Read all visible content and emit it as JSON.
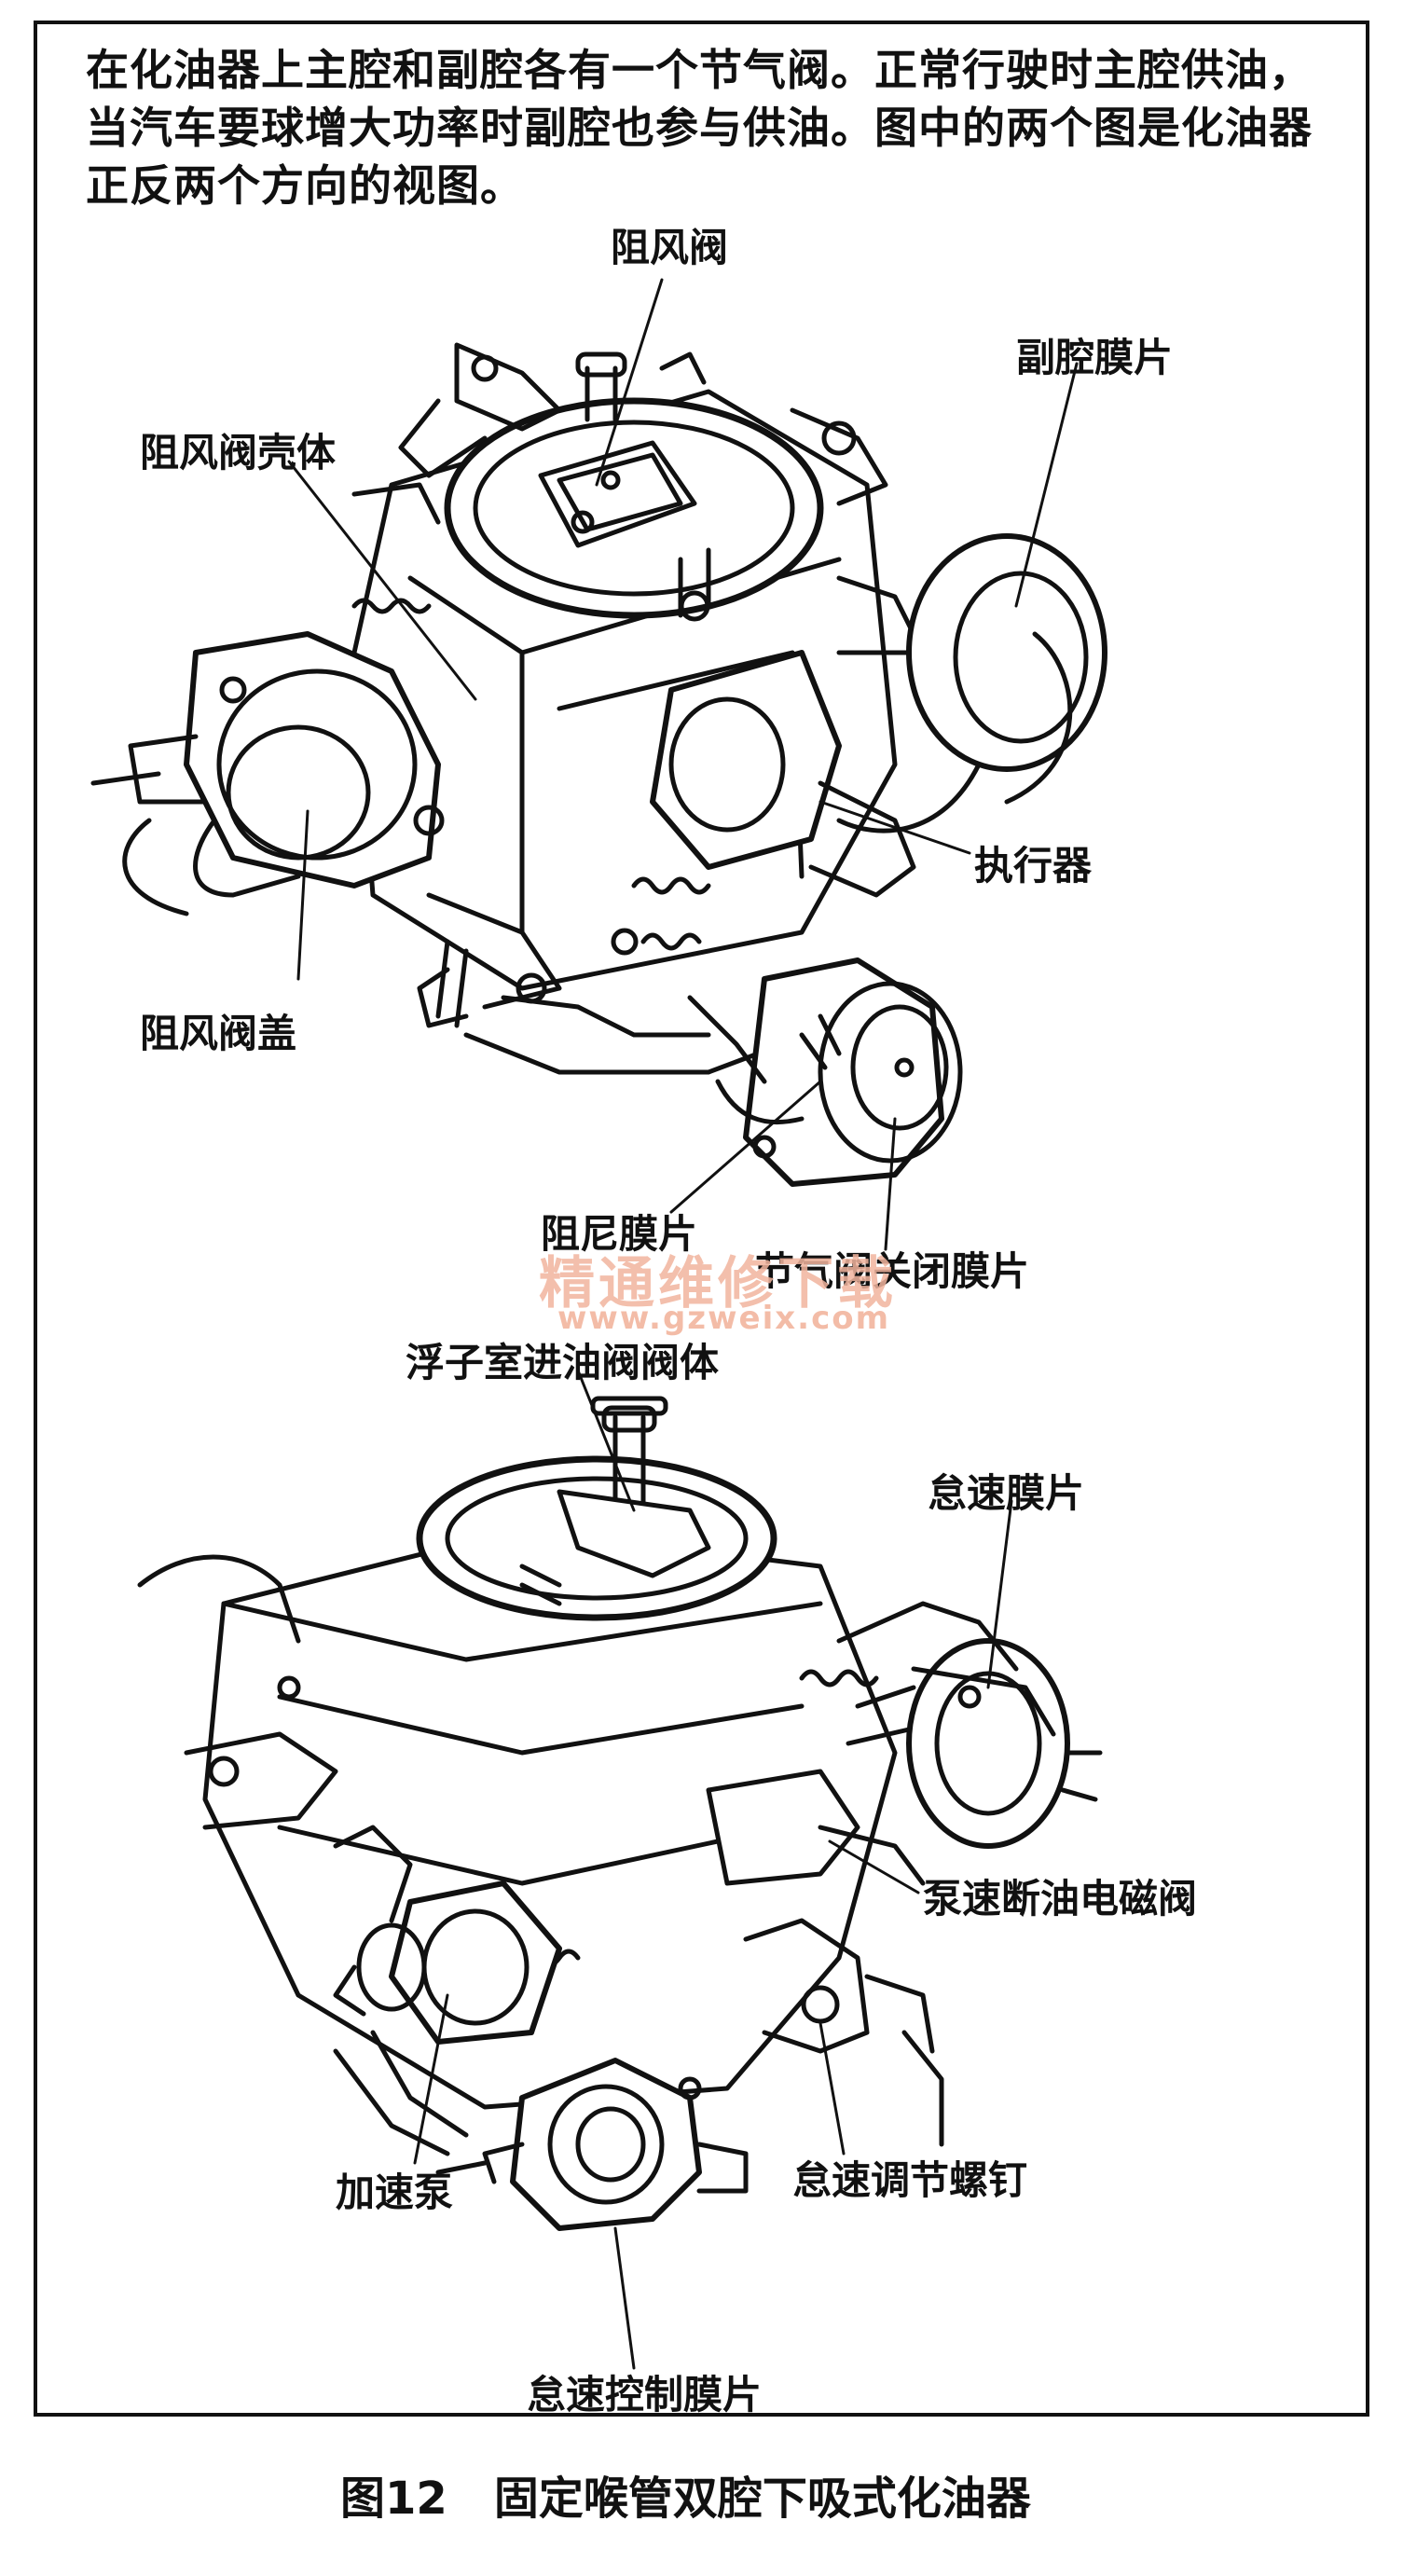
{
  "intro": "在化油器上主腔和副腔各有一个节气阀。正常行驶时主腔供油，当汽车要球增大功率时副腔也参与供油。图中的两个图是化油器正反两个方向的视图。",
  "top_view": {
    "labels": {
      "choke_valve": "阻风阀",
      "secondary_diaphragm": "副腔膜片",
      "choke_housing": "阻风阀壳体",
      "actuator": "执行器",
      "choke_cover": "阻风阀盖",
      "damper_diaphragm": "阻尼膜片",
      "throttle_close_diaphragm": "节气阀关闭膜片"
    }
  },
  "bottom_view": {
    "labels": {
      "float_inlet_valve_body": "浮子室进油阀阀体",
      "idle_diaphragm": "怠速膜片",
      "pump_cutoff_solenoid": "泵速断油电磁阀",
      "accelerator_pump": "加速泵",
      "idle_adjust_screw": "怠速调节螺钉",
      "idle_control_diaphragm": "怠速控制膜片"
    }
  },
  "watermark": {
    "text": "精通维修下载",
    "url": "www.gzweix.com"
  },
  "caption": {
    "number": "图12",
    "title": "固定喉管双腔下吸式化油器"
  }
}
